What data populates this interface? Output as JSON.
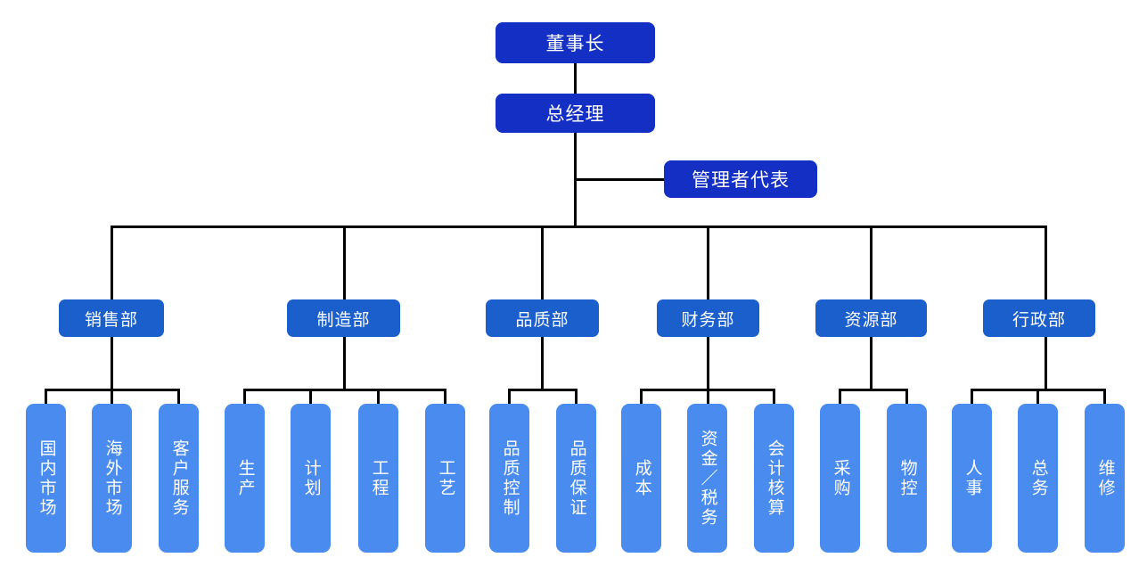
{
  "chart": {
    "type": "org-chart",
    "title": "",
    "colors": {
      "executive": "#1430c4",
      "department": "#1a5fcc",
      "leaf": "#4a8bef",
      "connector": "#000000",
      "background": "#ffffff",
      "text": "#ffffff"
    },
    "executives": [
      {
        "id": "chairman",
        "label": "董事长"
      },
      {
        "id": "general-manager",
        "label": "总经理"
      },
      {
        "id": "management-representative",
        "label": "管理者代表"
      }
    ],
    "departments": [
      {
        "id": "sales",
        "label": "销售部",
        "children": [
          {
            "id": "domestic-market",
            "label": "国内市场"
          },
          {
            "id": "overseas-market",
            "label": "海外市场"
          },
          {
            "id": "customer-service",
            "label": "客户服务"
          }
        ]
      },
      {
        "id": "manufacturing",
        "label": "制造部",
        "children": [
          {
            "id": "production",
            "label": "生产"
          },
          {
            "id": "planning",
            "label": "计划"
          },
          {
            "id": "engineering",
            "label": "工程"
          },
          {
            "id": "process",
            "label": "工艺"
          }
        ]
      },
      {
        "id": "quality",
        "label": "品质部",
        "children": [
          {
            "id": "quality-control",
            "label": "品质控制"
          },
          {
            "id": "quality-assurance",
            "label": "品质保证"
          }
        ]
      },
      {
        "id": "finance",
        "label": "财务部",
        "children": [
          {
            "id": "cost",
            "label": "成本"
          },
          {
            "id": "funds-tax",
            "label": "资金／税务"
          },
          {
            "id": "accounting",
            "label": "会计核算"
          }
        ]
      },
      {
        "id": "resources",
        "label": "资源部",
        "children": [
          {
            "id": "purchasing",
            "label": "采购"
          },
          {
            "id": "material-control",
            "label": "物控"
          }
        ]
      },
      {
        "id": "administration",
        "label": "行政部",
        "children": [
          {
            "id": "human-resources",
            "label": "人事"
          },
          {
            "id": "general-affairs",
            "label": "总务"
          },
          {
            "id": "maintenance",
            "label": "维修"
          }
        ]
      }
    ]
  }
}
